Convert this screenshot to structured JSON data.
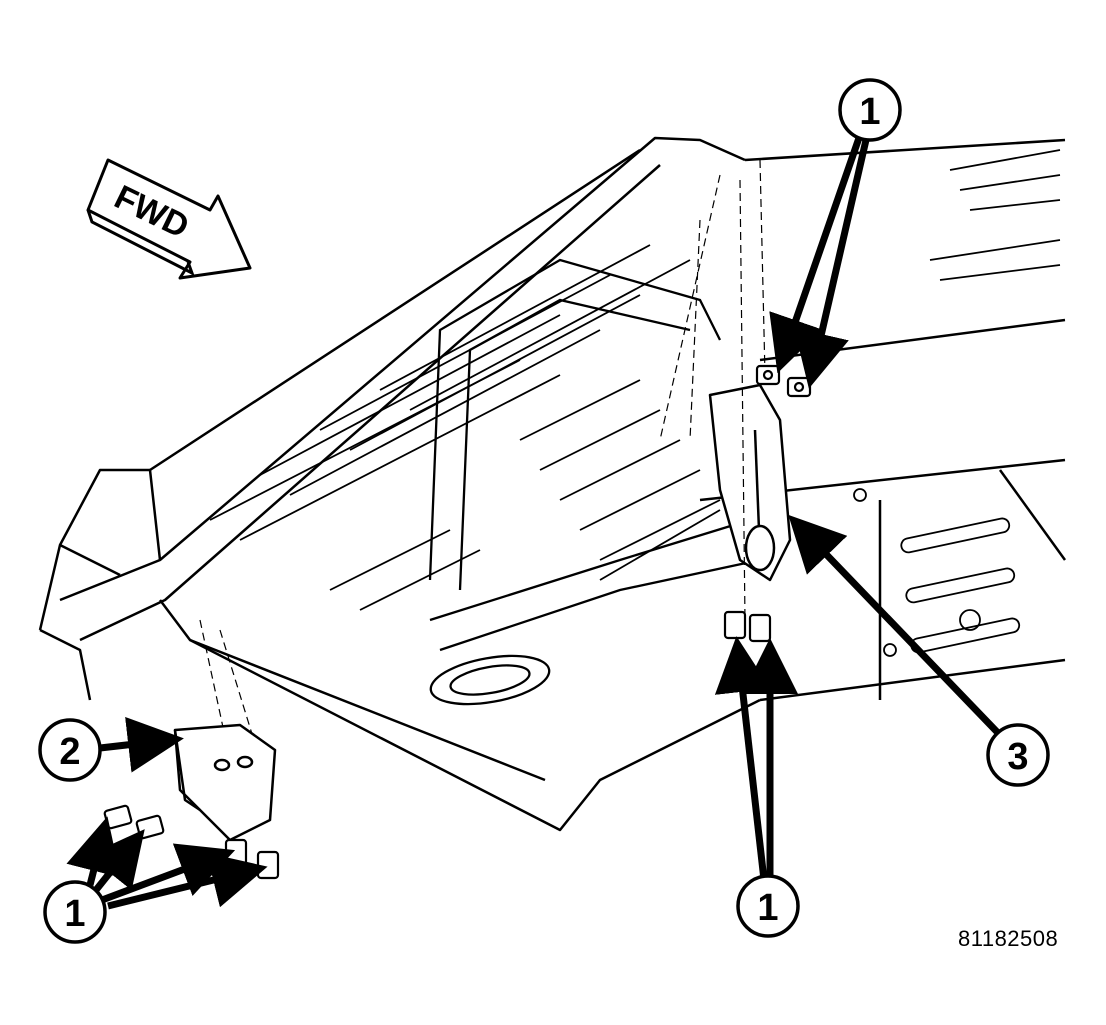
{
  "direction_arrow": {
    "label": "FWD"
  },
  "callouts": {
    "c1_top": "1",
    "c1_bottom_left": "1",
    "c1_bottom_mid": "1",
    "c2": "2",
    "c3": "3"
  },
  "figure_id": "81182508",
  "colors": {
    "line": "#000000",
    "background": "#ffffff"
  }
}
